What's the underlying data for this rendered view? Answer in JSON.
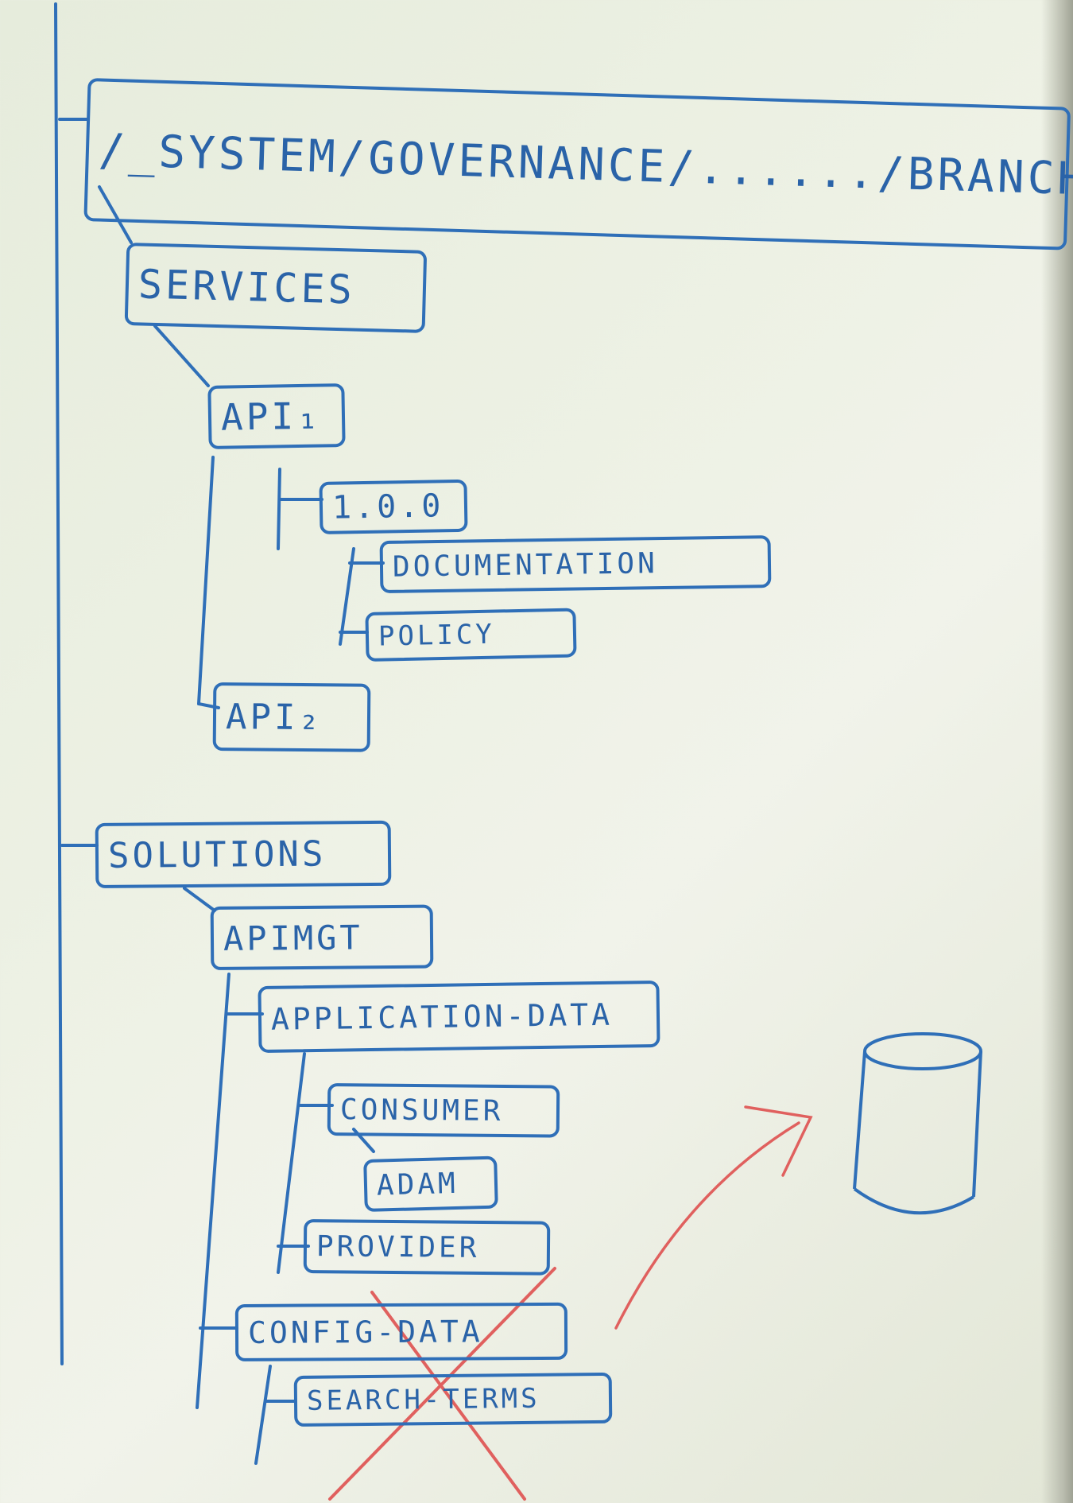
{
  "diagram": {
    "root": "/_SYSTEM/GOVERNANCE/....../BRANCH",
    "nodes": {
      "services": "SERVICES",
      "api1": "API₁",
      "v100": "1.0.0",
      "documentation": "DOCUMENTATION",
      "policy": "POLICY",
      "api2": "API₂",
      "solutions": "SOLUTIONS",
      "apimgt": "APIMGT",
      "application_data": "APPLICATION-DATA",
      "consumer": "CONSUMER",
      "adam": "ADAM",
      "provider": "PROVIDER",
      "config_data": "CONFIG-DATA",
      "search_terms": "SEARCH-TERMS"
    },
    "colors": {
      "marker_blue": "#2f6fb8",
      "text_blue": "#2a63a8",
      "cross_red": "#e0605e",
      "board": "#eaefe2"
    },
    "database_icon": "database-cylinder-icon",
    "crossed_out": [
      "config_data",
      "search_terms"
    ]
  }
}
